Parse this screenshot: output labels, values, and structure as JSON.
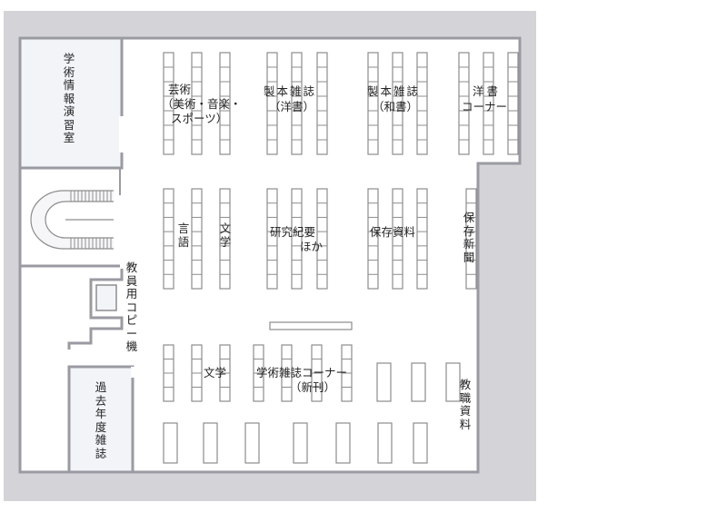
{
  "rooms": {
    "info_lab": "学術情報演習室",
    "past_journals": "過去年度雑誌"
  },
  "areas": {
    "art_line1": "芸術",
    "art_line2": "（美術・音楽・",
    "art_line3": "スポーツ）",
    "bound_western_line1": "製本雑誌",
    "bound_western_line2": "（洋書）",
    "bound_japanese_line1": "製本雑誌",
    "bound_japanese_line2": "（和書）",
    "western_corner_line1": "洋書",
    "western_corner_line2": "コーナー",
    "language": "言語",
    "literature_upper": "文学",
    "research_line1": "研究紀要",
    "research_line2": "ほか",
    "preserved_materials": "保存資料",
    "preserved_newspapers": "保存新聞",
    "faculty_copy": "教員用コピー機",
    "literature_lower": "文学",
    "journal_corner_line1": "学術雑誌コーナー",
    "journal_corner_line2": "（新刊）",
    "teaching_materials": "教職資料"
  },
  "colors": {
    "wall": "#9a9aa2",
    "shelf_stroke": "#8d8d8d",
    "room_fill": "#f2f4f8"
  }
}
